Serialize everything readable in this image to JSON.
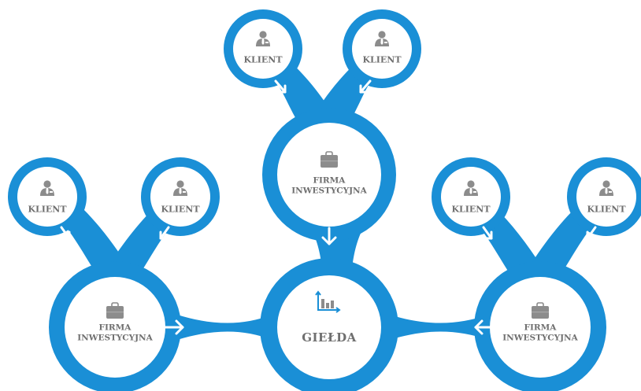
{
  "colors": {
    "accent": "#1a8fd6",
    "node_fill": "#ffffff",
    "text": "#6f6f6f",
    "icon": "#8c8c8c"
  },
  "nodes": {
    "klient_top_left": {
      "label": "KLIENT",
      "icon": "person-icon"
    },
    "klient_top_right": {
      "label": "KLIENT",
      "icon": "person-icon"
    },
    "firma_top": {
      "line1": "FIRMA",
      "line2": "INWESTYCYJNA",
      "icon": "briefcase-icon"
    },
    "klient_left_a": {
      "label": "KLIENT",
      "icon": "person-icon"
    },
    "klient_left_b": {
      "label": "KLIENT",
      "icon": "person-icon"
    },
    "firma_left": {
      "line1": "FIRMA",
      "line2": "INWESTYCYJNA",
      "icon": "briefcase-icon"
    },
    "gielda": {
      "label": "GIEŁDA",
      "icon": "bar-chart-icon"
    },
    "klient_right_a": {
      "label": "KLIENT",
      "icon": "person-icon"
    },
    "klient_right_b": {
      "label": "KLIENT",
      "icon": "person-icon"
    },
    "firma_right": {
      "line1": "FIRMA",
      "line2": "INWESTYCYJNA",
      "icon": "briefcase-icon"
    }
  }
}
